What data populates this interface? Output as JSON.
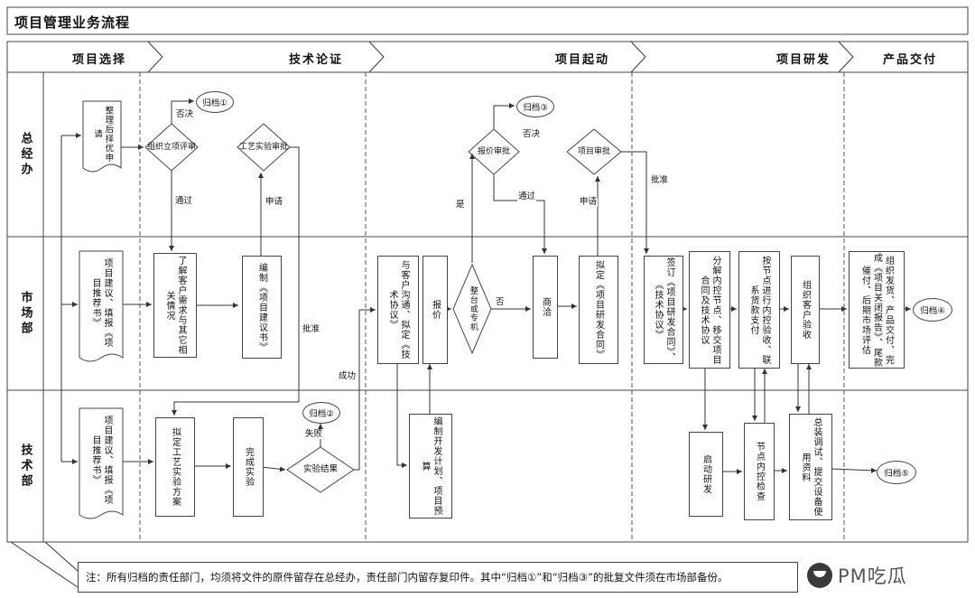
{
  "title": "项目管理业务流程",
  "phases": [
    {
      "label": "项目选择"
    },
    {
      "label": "技术论证"
    },
    {
      "label": "项目起动"
    },
    {
      "label": "项目研发"
    },
    {
      "label": "产品交付"
    }
  ],
  "lanes": [
    {
      "label": "总经办"
    },
    {
      "label": "市场部"
    },
    {
      "label": "技术部"
    }
  ],
  "nodes": {
    "sort_apply": "整理后择优申请",
    "org_review": "组织立项评审",
    "process_approval": "工艺实验审批",
    "quote_approval": "报价审批",
    "project_approval": "项目审批",
    "doc_market": "项目建议、填报《项目推荐书》",
    "understand": "了解客户需求与其它相关情况",
    "proposal": "编制《项目建议书》",
    "communicate": "与客户沟通、拟定《技术协议》",
    "quote": "报价",
    "machine_type": "整台或专机",
    "negotiate": "商洽",
    "draft_contract": "拟定《项目研发合同》",
    "sign_contract": "签订《项目研发合同》、《技术协议》",
    "decompose": "分解内控节点、移交项目合同及技术协议",
    "node_accept": "按节点进行内控验收、联系货款支付",
    "customer_accept": "组织客户验收",
    "delivery": "组织发货、产品交付、完成《项目关闭报告》、尾款催付、后期市场评估",
    "doc_tech": "项目建议、填报《项目推荐书》",
    "experiment_plan": "拟定工艺实验方案",
    "complete_experiment": "完成实验",
    "experiment_result": "实验结果",
    "dev_plan": "编制开发计划、项目预算",
    "start_dev": "启动研发",
    "node_check": "节点内控检查",
    "assembly": "总装调试、提交设备使用资料",
    "archive1": "归档①",
    "archive2": "归档②",
    "archive3": "归档③",
    "archive4": "归档④",
    "archive5": "归档⑤"
  },
  "edges": {
    "reject1": "否决",
    "pass1": "通过",
    "apply1": "申请",
    "approve1": "批准",
    "fail": "失败",
    "success": "成功",
    "yes": "是",
    "no": "否",
    "reject2": "否决",
    "pass2": "通过",
    "apply2": "申请",
    "approve2": "批准"
  },
  "note": "注：所有归档的责任部门，均须将文件的原件留存在总经办，责任部门内留存复印件。其中“归档①”和“归档③”的批复文件须在市场部备份。",
  "watermark": "PM吃瓜",
  "colors": {
    "line": "#333333",
    "background": "#ffffff",
    "text": "#111111"
  }
}
